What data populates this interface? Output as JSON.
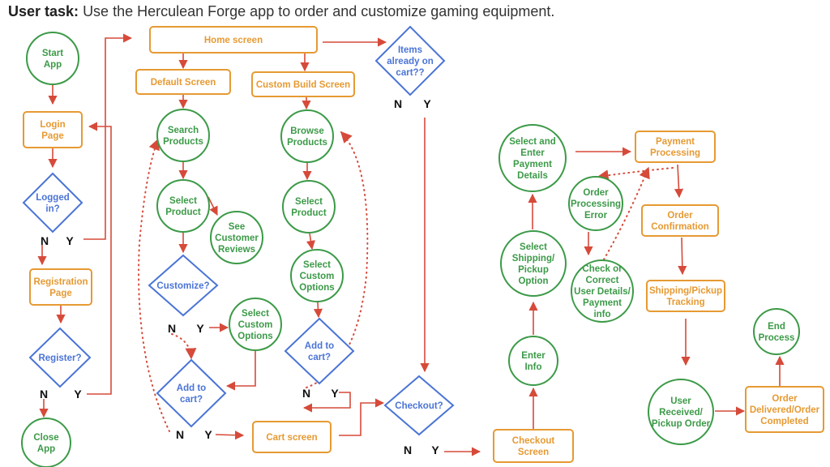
{
  "task": {
    "label": "User task:",
    "text": "Use the Herculean Forge app to order and customize gaming equipment."
  },
  "colors": {
    "start_end_circle": "#3c9a48",
    "screen_box": "#e69a33",
    "decision": "#4a74d6",
    "arrow": "#d64a3a"
  },
  "nodes": {
    "start": {
      "shape": "circle",
      "lines": [
        "Start",
        "App"
      ]
    },
    "login": {
      "shape": "box",
      "lines": [
        "Login",
        "Page"
      ]
    },
    "logged_in": {
      "shape": "diamond",
      "lines": [
        "Logged",
        "in?"
      ]
    },
    "registration": {
      "shape": "box",
      "lines": [
        "Registration",
        "Page"
      ]
    },
    "register": {
      "shape": "diamond",
      "lines": [
        "Register?"
      ]
    },
    "close_app": {
      "shape": "circle",
      "lines": [
        "Close",
        "App"
      ]
    },
    "home": {
      "shape": "box",
      "lines": [
        "Home screen"
      ]
    },
    "default_screen": {
      "shape": "box",
      "lines": [
        "Default Screen"
      ]
    },
    "custom_build": {
      "shape": "box",
      "lines": [
        "Custom Build Screen"
      ]
    },
    "items_on_cart": {
      "shape": "diamond",
      "lines": [
        "Items",
        "already on",
        "cart??"
      ]
    },
    "search_products": {
      "shape": "circle",
      "lines": [
        "Search",
        "Products"
      ]
    },
    "select_product_1": {
      "shape": "circle",
      "lines": [
        "Select",
        "Product"
      ]
    },
    "see_reviews": {
      "shape": "circle",
      "lines": [
        "See",
        "Customer",
        "Reviews"
      ]
    },
    "customize": {
      "shape": "diamond",
      "lines": [
        "Customize?"
      ]
    },
    "select_options_1": {
      "shape": "circle",
      "lines": [
        "Select",
        "Custom",
        "Options"
      ]
    },
    "add_to_cart_1": {
      "shape": "diamond",
      "lines": [
        "Add to",
        "cart?"
      ]
    },
    "browse_products": {
      "shape": "circle",
      "lines": [
        "Browse",
        "Products"
      ]
    },
    "select_product_2": {
      "shape": "circle",
      "lines": [
        "Select",
        "Product"
      ]
    },
    "select_options_2": {
      "shape": "circle",
      "lines": [
        "Select",
        "Custom",
        "Options"
      ]
    },
    "add_to_cart_2": {
      "shape": "diamond",
      "lines": [
        "Add to",
        "cart?"
      ]
    },
    "cart_screen": {
      "shape": "box",
      "lines": [
        "Cart screen"
      ]
    },
    "checkout": {
      "shape": "diamond",
      "lines": [
        "Checkout?"
      ]
    },
    "checkout_screen": {
      "shape": "box",
      "lines": [
        "Checkout",
        "Screen"
      ]
    },
    "enter_info": {
      "shape": "circle",
      "lines": [
        "Enter",
        "Info"
      ]
    },
    "shipping_option": {
      "shape": "circle",
      "lines": [
        "Select",
        "Shipping/",
        "Pickup",
        "Option"
      ]
    },
    "payment_details": {
      "shape": "circle",
      "lines": [
        "Select and",
        "Enter",
        "Payment",
        "Details"
      ]
    },
    "payment_processing": {
      "shape": "box",
      "lines": [
        "Payment",
        "Processing"
      ]
    },
    "order_error": {
      "shape": "circle",
      "lines": [
        "Order",
        "Processing",
        "Error"
      ]
    },
    "check_details": {
      "shape": "circle",
      "lines": [
        "Check or",
        "Correct",
        "User Details/",
        "Payment",
        "info"
      ]
    },
    "order_confirmation": {
      "shape": "box",
      "lines": [
        "Order",
        "Confirmation"
      ]
    },
    "tracking": {
      "shape": "box",
      "lines": [
        "Shipping/Pickup",
        "Tracking"
      ]
    },
    "user_received": {
      "shape": "circle",
      "lines": [
        "User",
        "Received/",
        "Pickup Order"
      ]
    },
    "order_completed": {
      "shape": "box",
      "lines": [
        "Order",
        "Delivered/Order",
        "Completed"
      ]
    },
    "end_process": {
      "shape": "circle",
      "lines": [
        "End",
        "Process"
      ]
    }
  },
  "branch_labels": {
    "logged_in_no": "N",
    "logged_in_yes": "Y",
    "register_no": "N",
    "register_yes": "Y",
    "items_no": "N",
    "items_yes": "Y",
    "customize_no": "N",
    "customize_yes": "Y",
    "cart1_no": "N",
    "cart1_yes": "Y",
    "cart2_no": "N",
    "cart2_yes": "Y",
    "checkout_no": "N",
    "checkout_yes": "Y"
  }
}
